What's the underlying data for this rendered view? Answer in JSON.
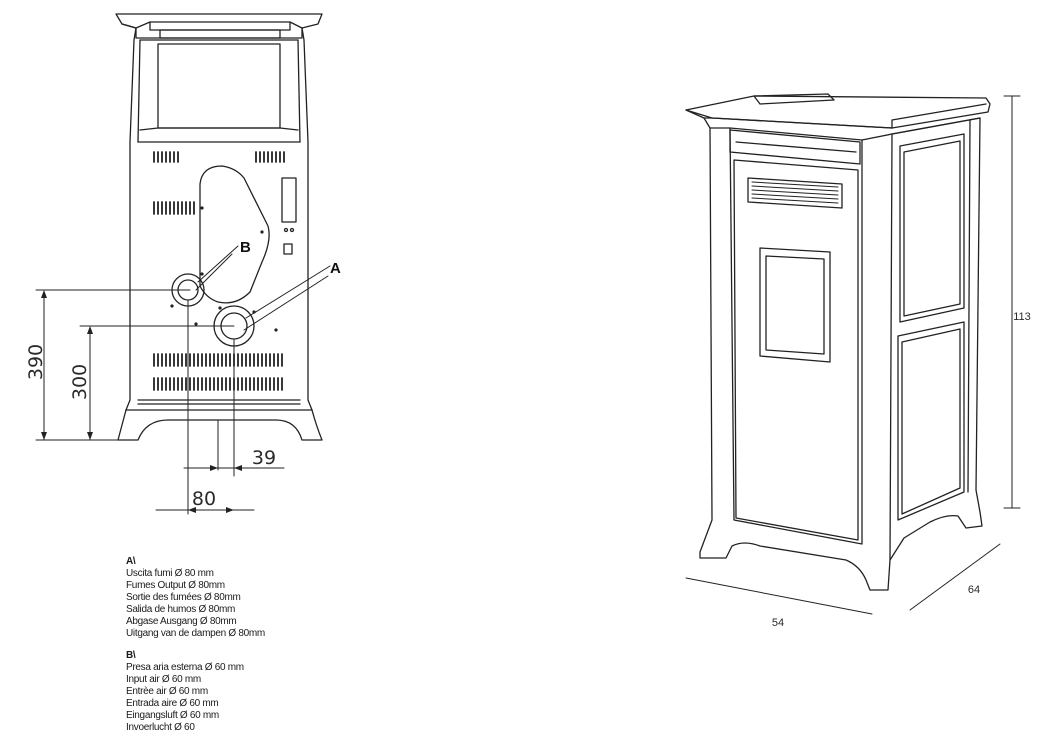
{
  "rear_view": {
    "label_a": "A",
    "label_b": "B",
    "dim_390": "390",
    "dim_300": "300",
    "dim_80": "80",
    "dim_39": "39"
  },
  "perspective_view": {
    "dim_height": "113",
    "dim_width": "54",
    "dim_depth": "64"
  },
  "legend": {
    "a": {
      "title": "A\\",
      "lines": [
        "Uscita fumi Ø 80 mm",
        "Fumes Output Ø 80mm",
        "Sortie des fumées Ø 80mm",
        "Salida de humos Ø 80mm",
        "Abgase Ausgang Ø 80mm",
        "Uitgang van de dampen Ø 80mm"
      ]
    },
    "b": {
      "title": "B\\",
      "lines": [
        "Presa aria esterna Ø 60 mm",
        "Input air Ø 60 mm",
        "Entrèe air Ø 60 mm",
        "Entrada aire Ø 60 mm",
        "Eingangsluft Ø 60 mm",
        "Invoerlucht Ø 60"
      ]
    }
  }
}
